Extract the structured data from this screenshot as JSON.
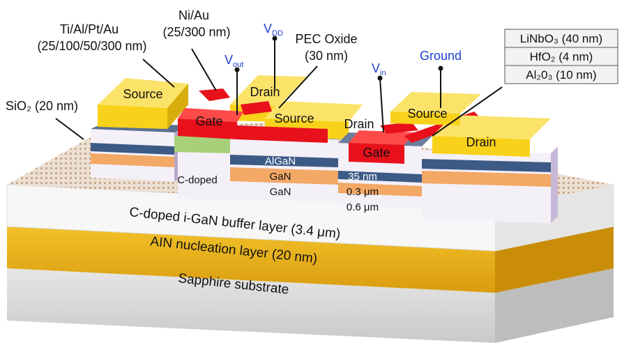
{
  "layers": {
    "buffer": "C-doped i-GaN buffer layer (3.4 μm)",
    "nucleation": "AIN nucleation layer (20 nm)",
    "substrate": "Sapphire substrate"
  },
  "top_labels": {
    "ohmic_line1": "Ti/Al/Pt/Au",
    "ohmic_line2": "(25/100/50/300 nm)",
    "gate_metal_line1": "Ni/Au",
    "gate_metal_line2": "(25/300 nm)",
    "pec_line1": "PEC Oxide",
    "pec_line2": "(30 nm)",
    "sio2": "SiO₂ (20 nm)"
  },
  "nodes": {
    "vout": "V",
    "vout_sub": "out",
    "vdd": "V",
    "vdd_sub": "DD",
    "vin": "V",
    "vin_sub": "in",
    "ground": "Ground"
  },
  "legend": [
    "LiNbO₃ (40 nm)",
    "HfO₂ (4 nm)",
    "Al₂0₃ (10 nm)"
  ],
  "electrodes": {
    "source1": "Source",
    "drain1": "Drain",
    "gate1": "Gate",
    "source2": "Source",
    "drain2": "Drain",
    "gate2": "Gate",
    "source3": "Source",
    "drain3": "Drain"
  },
  "stack_left": {
    "cdoped": "C-doped",
    "algan": "AlGaN",
    "gan1": "GaN",
    "gan2": "GaN"
  },
  "stack_right": {
    "t1": "35 nm",
    "t2": "0.3 μm",
    "t3": "0.6 μm"
  },
  "colors": {
    "metal": "#f8d21a",
    "gate": "#e8111b",
    "algan": "#3c5a86",
    "gan": "#f3a866",
    "sio2_dots": "#d9b898",
    "buffer": "#ffffff",
    "nucleation": "#e8b217",
    "substrate": "#d6d6d6",
    "label_blue": "#1f3fd0"
  }
}
